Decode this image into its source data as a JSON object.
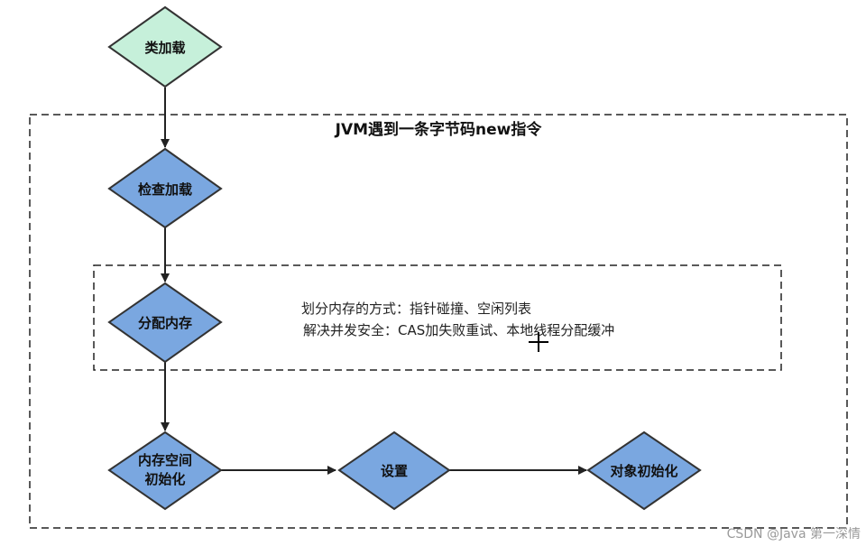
{
  "colors": {
    "start_fill": "#c6f0da",
    "process_fill": "#7aa7e0",
    "stroke": "#333333",
    "dash": "#222222",
    "arrow": "#222222"
  },
  "outer_group": {
    "title": "JVM遇到一条字节码new指令"
  },
  "inner_group": {
    "line1": "划分内存的方式：指针碰撞、空闲列表",
    "line2": "解决并发安全：CAS加失败重试、本地线程分配缓冲"
  },
  "nodes": {
    "class_loading": "类加载",
    "check_loading": "检查加载",
    "allocate_memory": "分配内存",
    "init_memory_line1": "内存空间",
    "init_memory_line2": "初始化",
    "setup": "设置",
    "object_init": "对象初始化"
  },
  "watermark": "CSDN @Java 第一深情"
}
